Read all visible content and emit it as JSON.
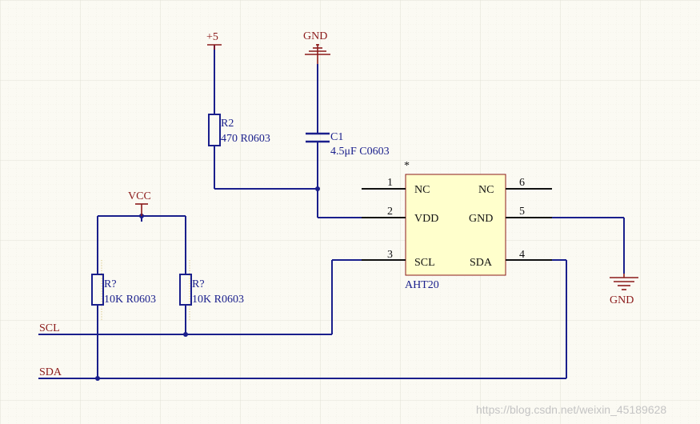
{
  "power_ports": {
    "plus5": "+5",
    "gnd_top": "GND",
    "vcc": "VCC",
    "gnd_right": "GND"
  },
  "components": {
    "r2": {
      "designator": "R2",
      "value": "470 R0603"
    },
    "c1": {
      "designator": "C1",
      "value": "4.5μF C0603"
    },
    "r_left": {
      "designator": "R?",
      "value": "10K R0603"
    },
    "r_right": {
      "designator": "R?",
      "value": "10K R0603"
    },
    "u1": {
      "name": "AHT20",
      "marker": "*",
      "pins": [
        {
          "number": "1",
          "name": "NC"
        },
        {
          "number": "2",
          "name": "VDD"
        },
        {
          "number": "3",
          "name": "SCL"
        },
        {
          "number": "4",
          "name": "SDA"
        },
        {
          "number": "5",
          "name": "GND"
        },
        {
          "number": "6",
          "name": "NC"
        }
      ]
    }
  },
  "net_labels": {
    "scl": "SCL",
    "sda": "SDA"
  },
  "watermark": "https://blog.csdn.net/weixin_45189628",
  "colors": {
    "background": "#fbfaf3",
    "wire": "#1a1f8c",
    "power": "#8b1a1a",
    "component_body": "#ffffcc"
  }
}
